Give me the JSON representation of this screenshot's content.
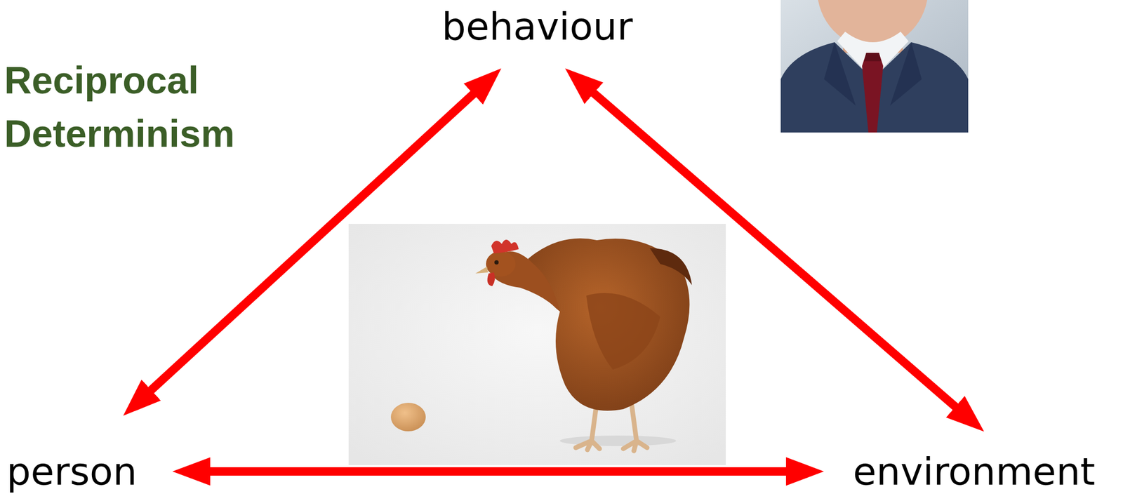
{
  "diagram": {
    "title": "Reciprocal Determinism",
    "nodes": [
      {
        "text": [
          "behaviour"
        ]
      },
      {
        "text": [
          "person"
        ]
      },
      {
        "text": [
          "environment"
        ]
      }
    ],
    "edges": [
      {
        "from": 0,
        "to": 1,
        "arrow": "both"
      },
      {
        "from": 0,
        "to": 2,
        "arrow": "both"
      },
      {
        "from": 1,
        "to": 2,
        "arrow": "both"
      }
    ]
  }
}
